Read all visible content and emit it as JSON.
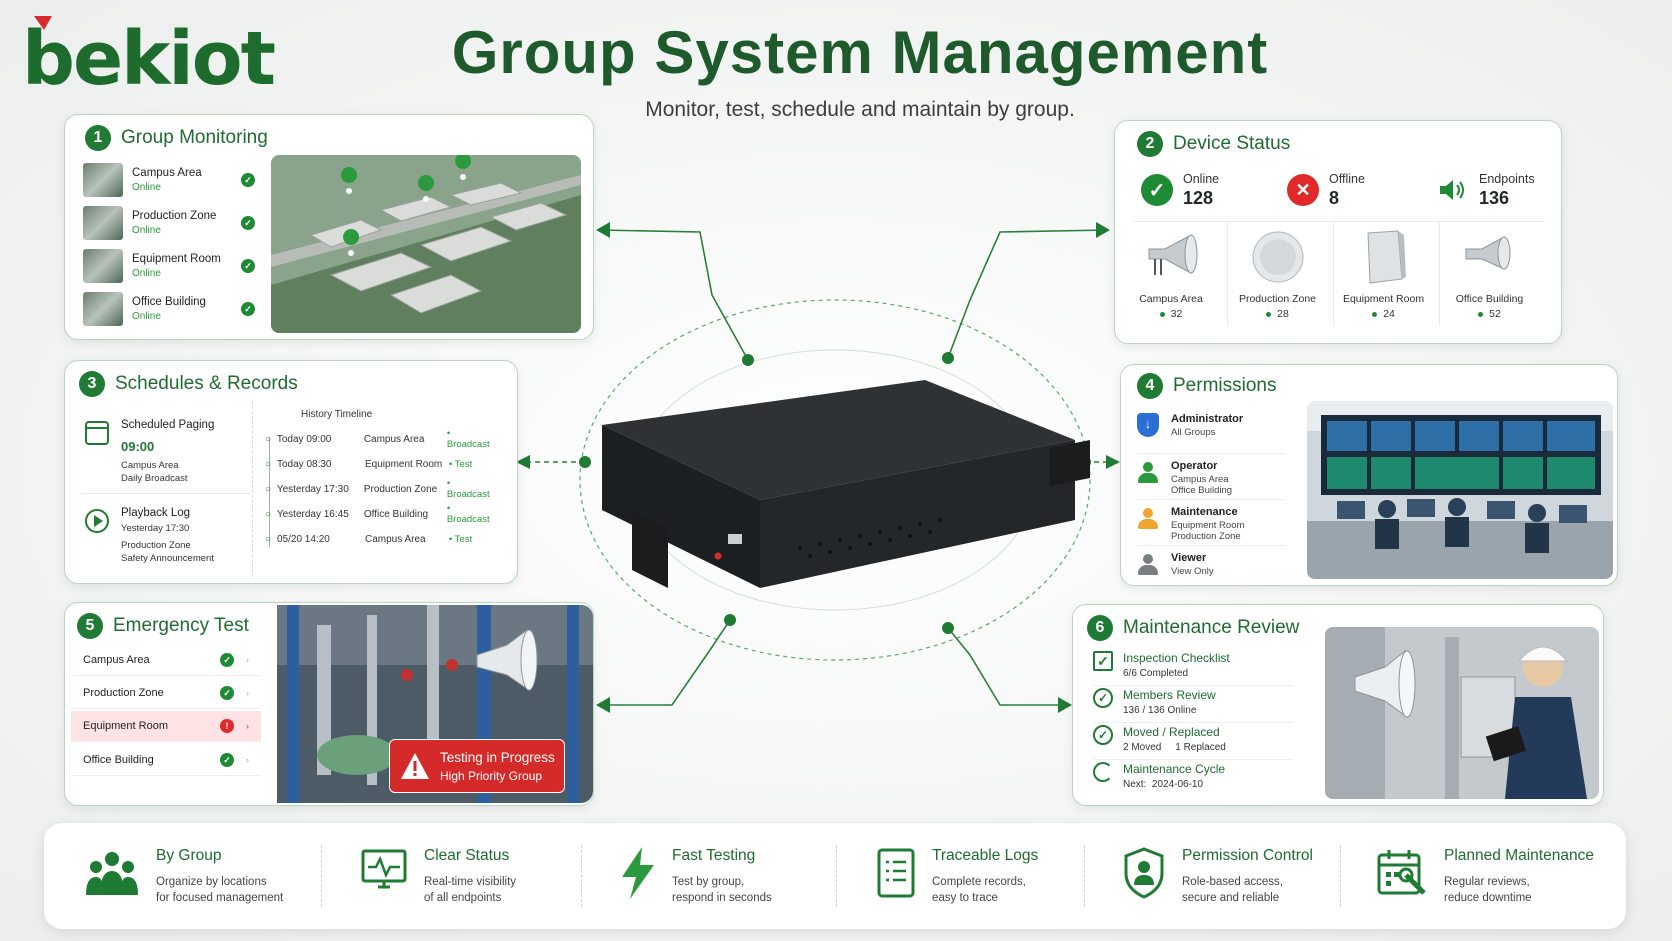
{
  "brand": {
    "name": "bekiot"
  },
  "title": "Group System Management",
  "subtitle": "Monitor, test, schedule and maintain by group.",
  "colors": {
    "primary": "#1f7a33",
    "accent": "#2a9a3c",
    "alert": "#d42a2a"
  },
  "group_monitoring": {
    "num": "1",
    "title": "Group Monitoring",
    "items": [
      {
        "name": "Campus Area",
        "status": "Online"
      },
      {
        "name": "Production Zone",
        "status": "Online"
      },
      {
        "name": "Equipment Room",
        "status": "Online"
      },
      {
        "name": "Office Building",
        "status": "Online"
      }
    ]
  },
  "device_status": {
    "num": "2",
    "title": "Device Status",
    "stats": [
      {
        "label": "Online",
        "value": "128",
        "icon": "check-circle-icon"
      },
      {
        "label": "Offline",
        "value": "8",
        "icon": "x-circle-icon"
      },
      {
        "label": "Endpoints",
        "value": "136",
        "icon": "speaker-icon"
      }
    ],
    "devices": [
      {
        "name": "Campus Area",
        "count": "32",
        "icon": "horn-speaker-icon"
      },
      {
        "name": "Production Zone",
        "count": "28",
        "icon": "ceiling-speaker-icon"
      },
      {
        "name": "Equipment Room",
        "count": "24",
        "icon": "wall-speaker-icon"
      },
      {
        "name": "Office Building",
        "count": "52",
        "icon": "horn-speaker-icon"
      }
    ]
  },
  "schedules": {
    "num": "3",
    "title": "Schedules & Records",
    "scheduled": {
      "title": "Scheduled Paging",
      "time": "09:00",
      "line1": "Campus Area",
      "line2": "Daily Broadcast"
    },
    "playback": {
      "title": "Playback Log",
      "line1": "Yesterday 17:30",
      "line2": "Production Zone",
      "line3": "Safety Announcement"
    },
    "timeline_title": "History Timeline",
    "timeline": [
      {
        "time": "Today 09:00",
        "zone": "Campus Area",
        "type": "Broadcast"
      },
      {
        "time": "Today 08:30",
        "zone": "Equipment Room",
        "type": "Test"
      },
      {
        "time": "Yesterday 17:30",
        "zone": "Production Zone",
        "type": "Broadcast"
      },
      {
        "time": "Yesterday 16:45",
        "zone": "Office Building",
        "type": "Broadcast"
      },
      {
        "time": "05/20 14:20",
        "zone": "Campus Area",
        "type": "Test"
      }
    ]
  },
  "permissions": {
    "num": "4",
    "title": "Permissions",
    "roles": [
      {
        "name": "Administrator",
        "line1": "All Groups",
        "line2": ""
      },
      {
        "name": "Operator",
        "line1": "Campus Area",
        "line2": "Office Building"
      },
      {
        "name": "Maintenance",
        "line1": "Equipment Room",
        "line2": "Production Zone"
      },
      {
        "name": "Viewer",
        "line1": "View Only",
        "line2": ""
      }
    ]
  },
  "emergency": {
    "num": "5",
    "title": "Emergency Test",
    "rows": [
      {
        "name": "Campus Area",
        "state": "ok"
      },
      {
        "name": "Production Zone",
        "state": "ok"
      },
      {
        "name": "Equipment Room",
        "state": "alert"
      },
      {
        "name": "Office Building",
        "state": "ok"
      }
    ],
    "banner_title": "Testing in Progress",
    "banner_sub": "High Priority Group"
  },
  "maintenance": {
    "num": "6",
    "title": "Maintenance Review",
    "items": [
      {
        "name": "Inspection Checklist",
        "sub": "6/6 Completed"
      },
      {
        "name": "Members Review",
        "sub": "136 / 136 Online"
      },
      {
        "name": "Moved / Replaced",
        "sub": "2 Moved     1 Replaced"
      },
      {
        "name": "Maintenance Cycle",
        "sub": "Next:  2024-06-10"
      }
    ]
  },
  "features": [
    {
      "title": "By Group",
      "desc1": "Organize by locations",
      "desc2": "for focused management",
      "icon": "group-icon"
    },
    {
      "title": "Clear Status",
      "desc1": "Real-time visibility",
      "desc2": "of all endpoints",
      "icon": "monitor-pulse-icon"
    },
    {
      "title": "Fast Testing",
      "desc1": "Test by group,",
      "desc2": "respond in seconds",
      "icon": "lightning-icon"
    },
    {
      "title": "Traceable Logs",
      "desc1": "Complete records,",
      "desc2": "easy to trace",
      "icon": "document-list-icon"
    },
    {
      "title": "Permission Control",
      "desc1": "Role-based access,",
      "desc2": "secure and reliable",
      "icon": "shield-user-icon"
    },
    {
      "title": "Planned Maintenance",
      "desc1": "Regular reviews,",
      "desc2": "reduce downtime",
      "icon": "calendar-tools-icon"
    }
  ]
}
